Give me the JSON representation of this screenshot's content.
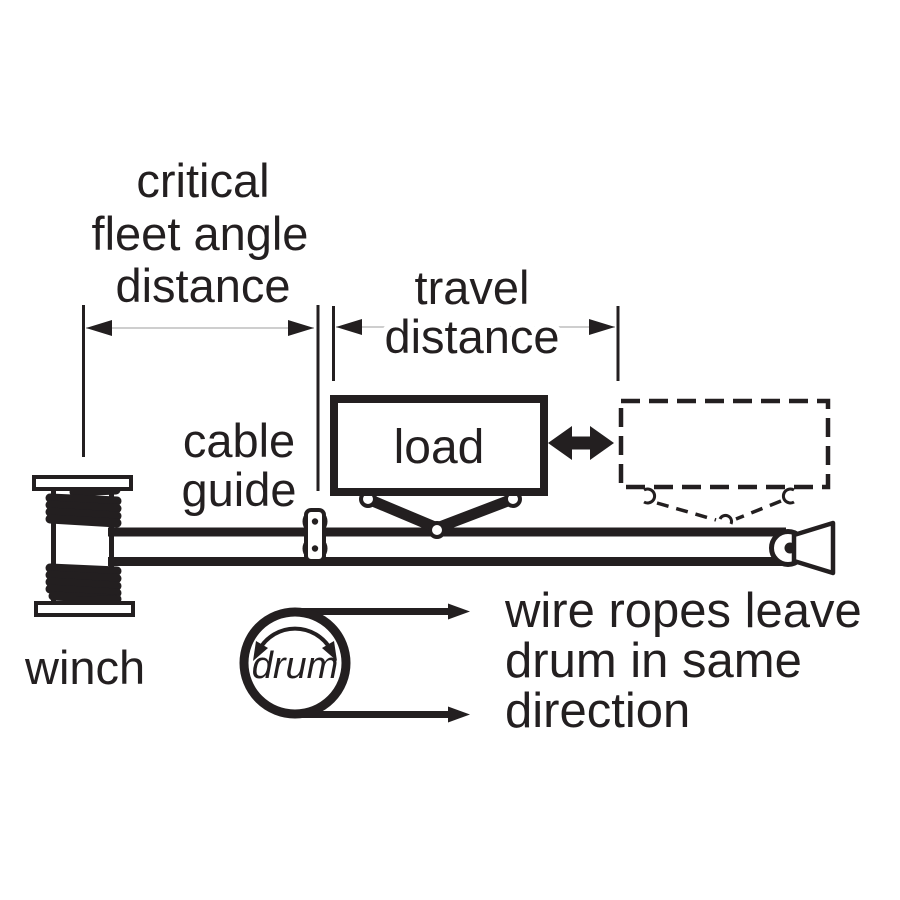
{
  "colors": {
    "ink": "#231f20",
    "dimension_hairline": "#bdbdbd",
    "background": "#ffffff"
  },
  "labels": {
    "critical_dimension_lines": [
      "critical",
      "fleet angle",
      "distance"
    ],
    "travel_dimension_lines": [
      "travel",
      "distance"
    ],
    "cable_guide_lines": [
      "cable",
      "guide"
    ],
    "winch": "winch",
    "load": "load",
    "drum": "drum",
    "rope_note_lines": [
      "wire ropes leave",
      "drum in same",
      "direction"
    ]
  },
  "icons": {
    "motion_double_arrow": "left-right-arrow",
    "drum_rotation_arrow": "curved-double-arrow",
    "rope_direction_arrows": "right-arrow"
  }
}
